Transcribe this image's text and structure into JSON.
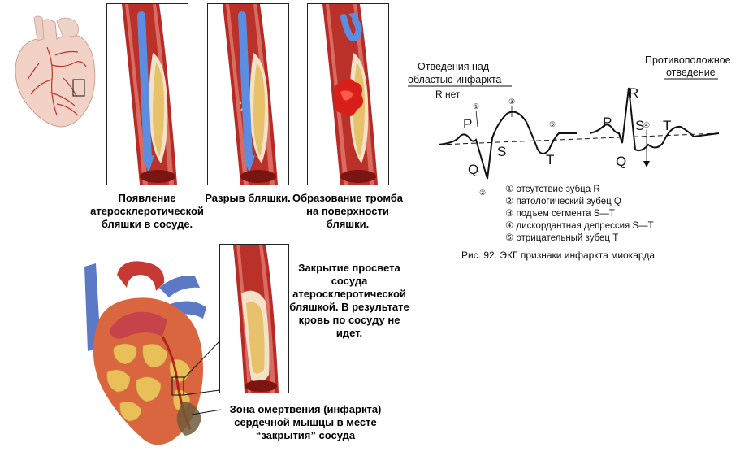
{
  "captions": {
    "stage1": "Появление атеросклеротической бляшки в сосуде.",
    "stage2": "Разрыв бляшки.",
    "stage3": "Образование тромба на поверхности бляшки.",
    "occlusion": "Закрытие просвета сосуда атеросклеротической бляшкой. В результате кровь по сосуду не идет.",
    "necrosis": "Зона омертвения (инфаркта) сердечной мышцы в месте “закрытия” сосуда"
  },
  "ecg": {
    "lead_left_line1": "Отведения над",
    "lead_left_line2": "областью инфаркта",
    "lead_right_line1": "Противоположное",
    "lead_right_line2": "отведение",
    "r_absent": "R нет",
    "wave_p": "P",
    "wave_q": "Q",
    "wave_s": "S",
    "wave_t": "T",
    "wave_r": "R",
    "marker_1": "①",
    "marker_2": "②",
    "marker_3": "③",
    "marker_4": "④",
    "marker_5": "⑤",
    "legend": [
      "① отсутствие зубца R",
      "② патологический зубец Q",
      "③ подъем сегмента S—T",
      "④ дискордантная депрессия S—T",
      "⑤ отрицательный зубец T"
    ],
    "figure_caption": "Рис. 92. ЭКГ признаки инфаркта миокарда"
  }
}
